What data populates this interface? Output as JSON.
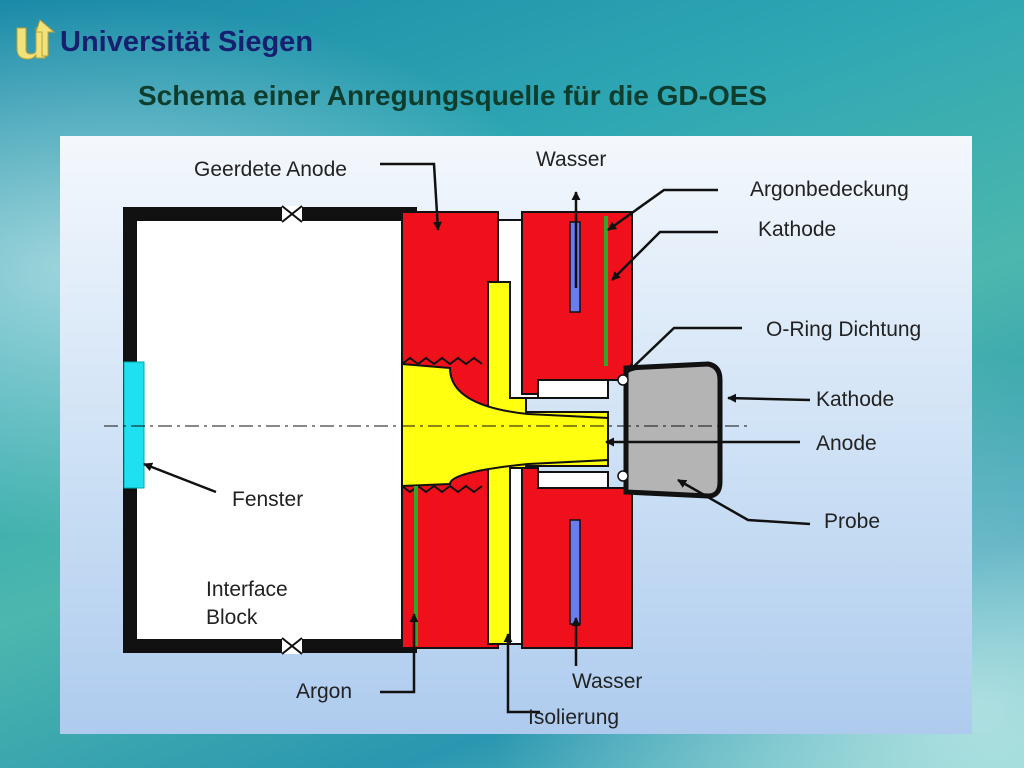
{
  "header": {
    "university": "Universität Siegen",
    "title": "Schema einer Anregungsquelle für die GD-OES"
  },
  "logo": {
    "icon": "university-u-arrow-logo"
  },
  "colors": {
    "anode_red": "#f0101c",
    "isolation_yellow": "#ffff10",
    "window_cyan": "#1ee0f0",
    "water_blue": "#6a7cf0",
    "argon_green": "#2ea826",
    "probe_gray": "#b4b4b4"
  },
  "labels": {
    "geerdete_anode": "Geerdete Anode",
    "wasser_top": "Wasser",
    "argonbedeckung": "Argonbedeckung",
    "kathode_top": "Kathode",
    "o_ring": "O-Ring Dichtung",
    "kathode_right": "Kathode",
    "anode": "Anode",
    "probe": "Probe",
    "fenster": "Fenster",
    "interface_line1": "Interface",
    "interface_line2": "Block",
    "argon": "Argon",
    "wasser_bottom": "Wasser",
    "isolierung": "Isolierung"
  }
}
